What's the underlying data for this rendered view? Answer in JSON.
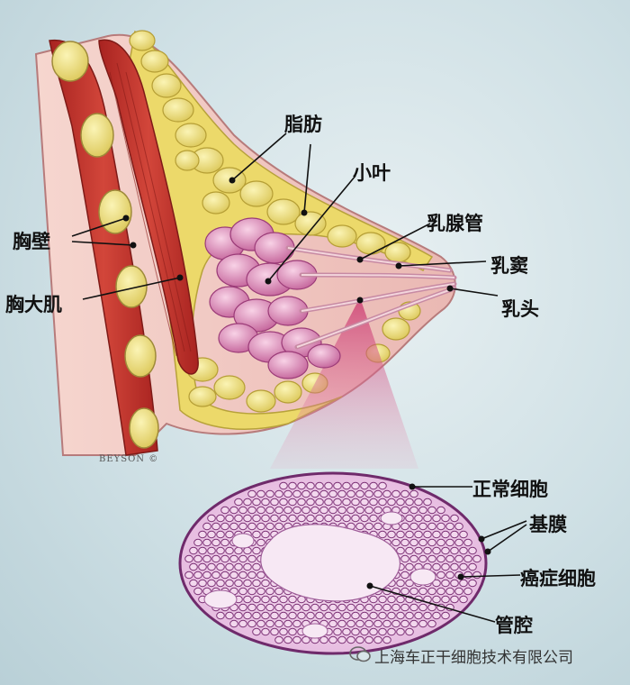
{
  "labels": {
    "fat": "脂肪",
    "lobule": "小叶",
    "duct": "乳腺管",
    "sinus": "乳窦",
    "chest_wall": "胸壁",
    "nipple": "乳头",
    "pectoralis": "胸大肌",
    "normal_cell": "正常细胞",
    "basement_membrane": "基膜",
    "cancer_cell": "癌症细胞",
    "lumen": "管腔"
  },
  "credit": "BEYSON ©",
  "watermark": "上海车正干细胞技术有限公司",
  "colors": {
    "muscle": "#c8332c",
    "fat": "#efe27a",
    "lobule": "#e9a5c6",
    "cell_border": "#7a2f74",
    "cell_fill": "#f3d8ee",
    "skin": "#f2c9c4"
  }
}
